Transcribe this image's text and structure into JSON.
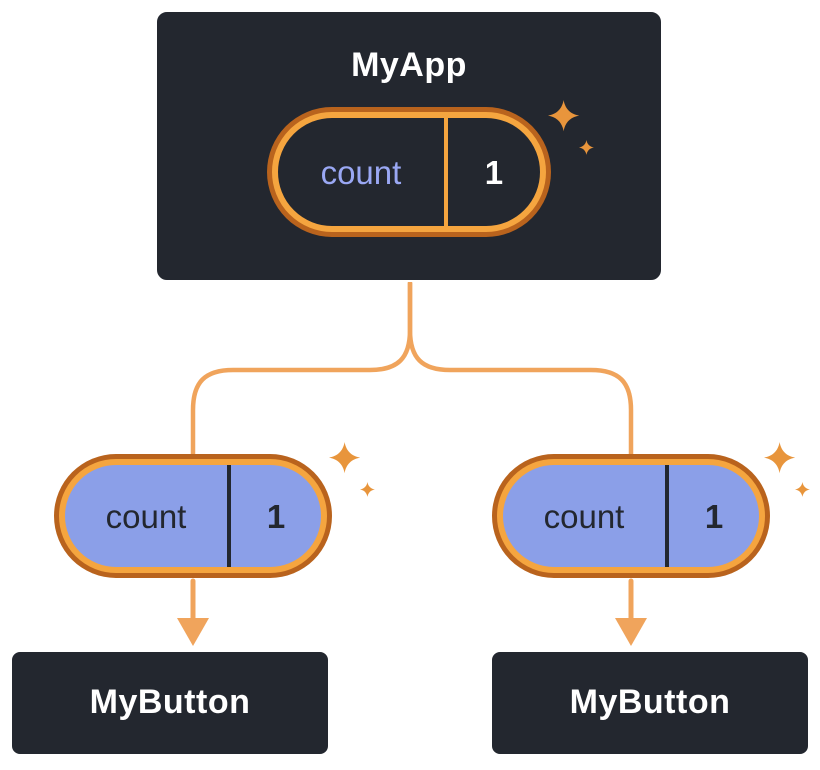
{
  "diagram": {
    "root": {
      "title": "MyApp",
      "state": {
        "label": "count",
        "value": "1"
      }
    },
    "children": [
      {
        "title": "MyButton",
        "prop": {
          "label": "count",
          "value": "1"
        }
      },
      {
        "title": "MyButton",
        "prop": {
          "label": "count",
          "value": "1"
        }
      }
    ],
    "icons": {
      "sparkle": "four-pointed-star"
    },
    "colors": {
      "page_bg": "#ffffff",
      "box_bg": "#23272f",
      "box_border": "#ffffff",
      "box_text": "#ffffff",
      "pill_ring_outer": "#b9631d",
      "pill_ring_inner": "#f5a53f",
      "pill_dark_bg": "#23272f",
      "pill_light_bg": "#8b9fe8",
      "state_label_color": "#9aa8f4",
      "state_value_color": "#ffffff",
      "prop_text_color": "#23272f",
      "connector": "#f0a45c",
      "sparkle": "#e8953c"
    }
  }
}
